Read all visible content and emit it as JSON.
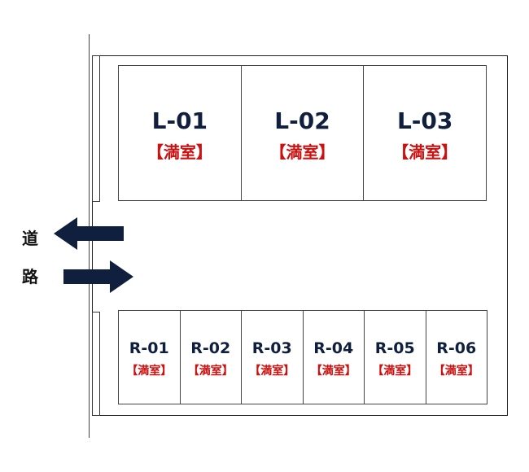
{
  "road": {
    "label_chars": [
      "道",
      "路"
    ]
  },
  "colors": {
    "space_id": "#0f1f3d",
    "status_full": "#cc1111",
    "arrow": "#0f1f3d",
    "outline": "#1f1f1f"
  },
  "arrows": [
    {
      "direction": "left",
      "meaning": "exit"
    },
    {
      "direction": "right",
      "meaning": "entry"
    }
  ],
  "left_row": [
    {
      "id": "L-01",
      "status": "【満室】"
    },
    {
      "id": "L-02",
      "status": "【満室】"
    },
    {
      "id": "L-03",
      "status": "【満室】"
    }
  ],
  "right_row": [
    {
      "id": "R-01",
      "status": "【満室】"
    },
    {
      "id": "R-02",
      "status": "【満室】"
    },
    {
      "id": "R-03",
      "status": "【満室】"
    },
    {
      "id": "R-04",
      "status": "【満室】"
    },
    {
      "id": "R-05",
      "status": "【満室】"
    },
    {
      "id": "R-06",
      "status": "【満室】"
    }
  ]
}
